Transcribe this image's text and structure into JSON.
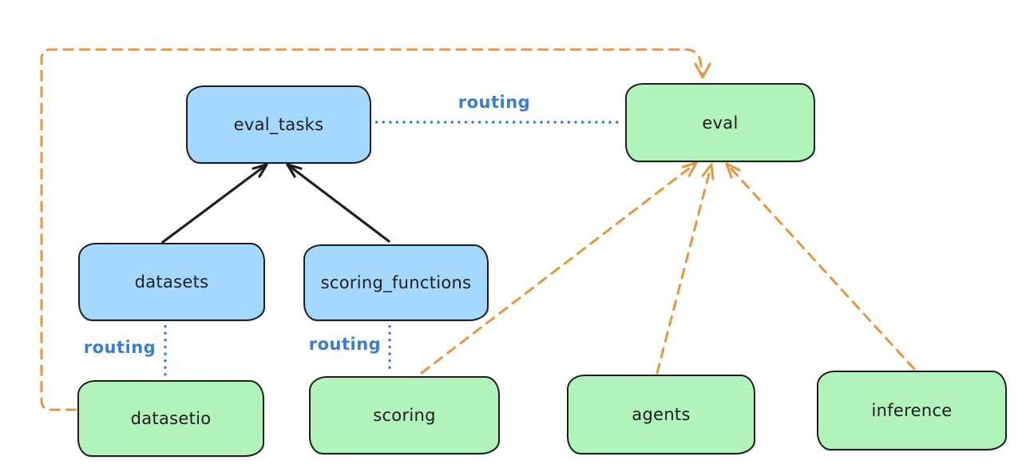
{
  "diagram": {
    "colors": {
      "background": "#ffffff",
      "blue_fill": "#a5d8ff",
      "green_fill": "#b2f2bb",
      "stroke": "#1e1e1e",
      "orange_line": "#e8963c",
      "blue_line": "#3b7cd5"
    },
    "nodes": {
      "eval_tasks": {
        "label": "eval_tasks",
        "fill": "blue"
      },
      "eval": {
        "label": "eval",
        "fill": "green"
      },
      "datasets": {
        "label": "datasets",
        "fill": "blue"
      },
      "scoring_functions": {
        "label": "scoring_functions",
        "fill": "blue"
      },
      "datasetio": {
        "label": "datasetio",
        "fill": "green"
      },
      "scoring": {
        "label": "scoring",
        "fill": "green"
      },
      "agents": {
        "label": "agents",
        "fill": "green"
      },
      "inference": {
        "label": "inference",
        "fill": "green"
      }
    },
    "edge_labels": {
      "eval_tasks_to_eval": "routing",
      "datasets_to_datasetio": "routing",
      "scoring_functions_to_scoring": "routing"
    },
    "edges": [
      {
        "from": "datasets",
        "to": "eval_tasks",
        "style": "solid-arrow",
        "color": "black"
      },
      {
        "from": "scoring_functions",
        "to": "eval_tasks",
        "style": "solid-arrow",
        "color": "black"
      },
      {
        "from": "eval_tasks",
        "to": "eval",
        "style": "dotted",
        "color": "blue",
        "label": "routing"
      },
      {
        "from": "datasets",
        "to": "datasetio",
        "style": "dotted",
        "color": "blue",
        "label": "routing"
      },
      {
        "from": "scoring_functions",
        "to": "scoring",
        "style": "dotted",
        "color": "blue",
        "label": "routing"
      },
      {
        "from": "datasetio",
        "to": "eval",
        "style": "dashed-arrow",
        "color": "orange"
      },
      {
        "from": "scoring",
        "to": "eval",
        "style": "dashed-arrow",
        "color": "orange"
      },
      {
        "from": "agents",
        "to": "eval",
        "style": "dashed-arrow",
        "color": "orange"
      },
      {
        "from": "inference",
        "to": "eval",
        "style": "dashed-arrow",
        "color": "orange"
      }
    ]
  }
}
